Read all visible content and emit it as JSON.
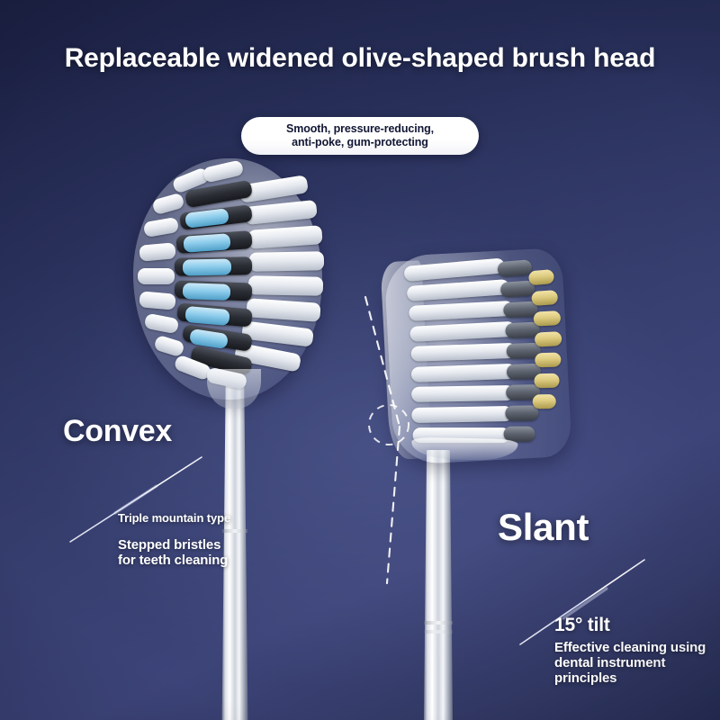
{
  "page": {
    "title": "Replaceable widened olive-shaped brush head",
    "background_top_color": "#1b2042",
    "background_mid_color": "#3d447a",
    "background_bottom_color": "#232a50"
  },
  "callout_pill": {
    "line1": "Smooth, pressure-reducing,",
    "line2": "anti-poke, gum-protecting",
    "background_color": "#ffffff",
    "text_color": "#111634"
  },
  "left_product": {
    "name": "Convex",
    "label": "Convex",
    "caption": "Triple mountain type",
    "description": "Stepped bristles\nfor teeth cleaning",
    "bristle_colors": {
      "outer": "#ffffff",
      "inner": "#2b2e35",
      "accent": "#8ecdec"
    }
  },
  "right_product": {
    "name": "Slant",
    "label": "Slant",
    "caption": "15° tilt",
    "description": "Effective cleaning using\ndental instrument\nprinciples",
    "bristle_colors": {
      "outer": "#ffffff",
      "inner": "#5e646f",
      "accent": "#dccb7f"
    }
  },
  "angle_guide": {
    "tilt_degrees": "15°"
  },
  "handle": {
    "material_color": "#e4e7ec"
  }
}
